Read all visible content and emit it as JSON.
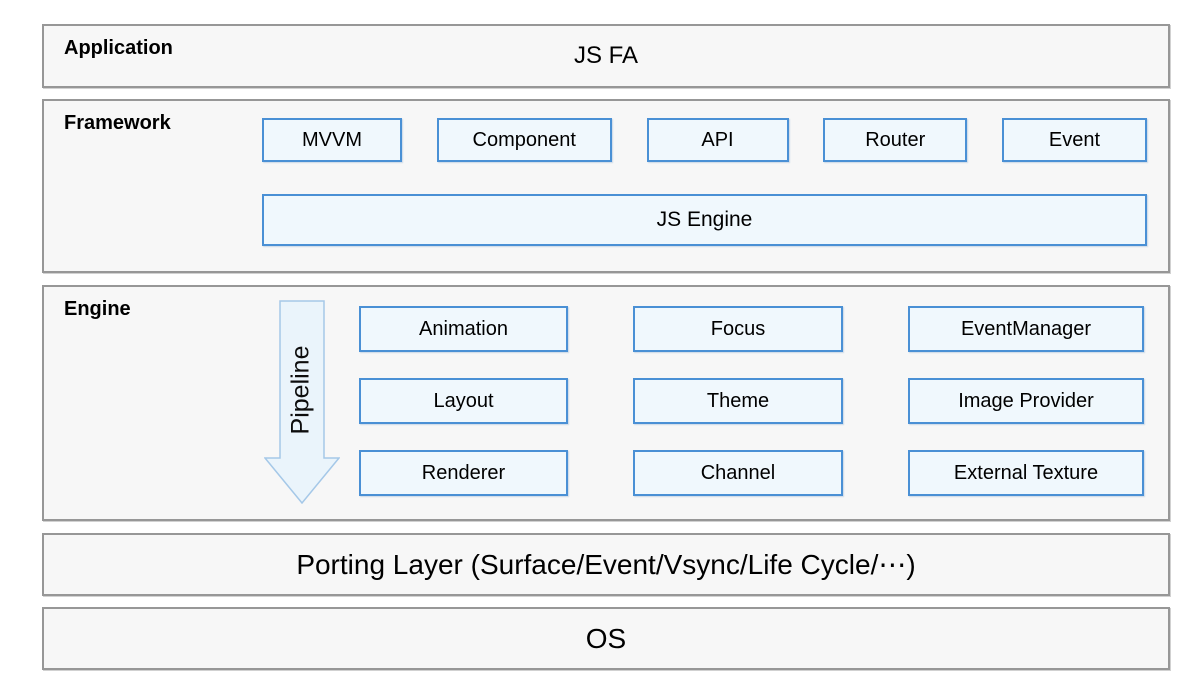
{
  "colors": {
    "module_box_border": "#4a90d5",
    "module_box_fill": "#f0f8fd",
    "section_border": "#979797",
    "section_fill": "#f7f7f7",
    "arrow_border": "#a5c8e8",
    "arrow_fill": "#eaf4fb",
    "text": "#000000",
    "page_background": "#ffffff"
  },
  "application": {
    "label": "Application",
    "content": "JS FA"
  },
  "framework": {
    "label": "Framework",
    "modules": [
      "MVVM",
      "Component",
      "API",
      "Router",
      "Event"
    ],
    "engine_bar": "JS Engine"
  },
  "engine": {
    "label": "Engine",
    "pipeline_label": "Pipeline",
    "pipeline_direction": "down",
    "modules": [
      "Animation",
      "Focus",
      "EventManager",
      "Layout",
      "Theme",
      "Image Provider",
      "Renderer",
      "Channel",
      "External Texture"
    ]
  },
  "porting_layer": {
    "label": "Porting Layer (Surface/Event/Vsync/Life Cycle/⋯)"
  },
  "os": {
    "label": "OS"
  }
}
